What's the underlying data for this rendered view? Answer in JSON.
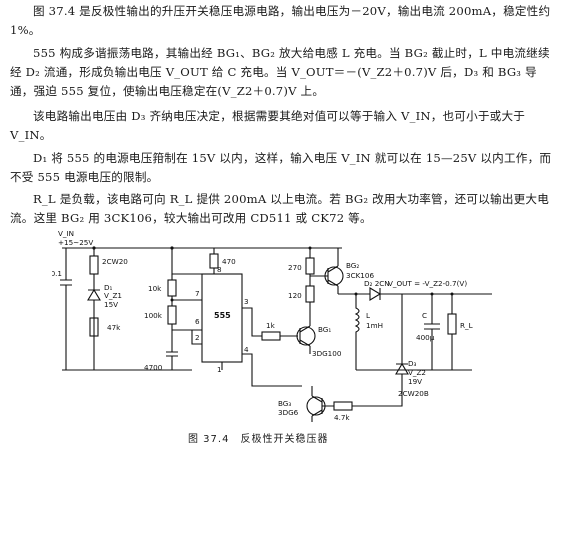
{
  "paragraphs": {
    "p1": "图 37.4 是反极性输出的升压开关稳压电源电路，输出电压为－20V，输出电流 200mA，稳定性约 1%。",
    "p2": "555 构成多谐振荡电路，其输出经 BG₁、BG₂ 放大给电感 L 充电。当 BG₂ 截止时，L 中电流继续经 D₂ 流通，形成负输出电压 V_OUT 给 C 充电。当 V_OUT＝－(V_Z2＋0.7)V 后，D₃ 和 BG₃ 导通，强迫 555 复位，使输出电压稳定在(V_Z2＋0.7)V 上。",
    "p3": "该电路输出电压由 D₃ 齐纳电压决定，根据需要其绝对值可以等于输入 V_IN，也可小于或大于 V_IN。",
    "p4": "D₁ 将 555 的电源电压箝制在 15V 以内，这样，输入电压 V_IN 就可以在 15—25V 以内工作，而不受 555 电源电压的限制。",
    "p5": "R_L 是负载，该电路可向 R_L 提供 200mA 以上电流。若 BG₂ 改用大功率管，还可以输出更大电流。这里 BG₂ 用 3CK106，较大输出可改用 CD511 或 CK72 等。"
  },
  "circuit": {
    "vin_label": "V_IN",
    "vin_range": "+15~25V",
    "d1_part": "2CW20",
    "c_in": "0.1",
    "d1_name": "D₁",
    "d1_name2": "V_Z1",
    "d1_volt": "15V",
    "r_47k": "47k",
    "r_10k": "10k",
    "r_100k": "100k",
    "c_4700": "4700",
    "r_470": "470",
    "ic_name": "555",
    "pin8": "8",
    "pin7": "7",
    "pin6": "6",
    "pin2": "2",
    "pin3": "3",
    "pin4": "4",
    "pin1": "1",
    "r_1k": "1k",
    "r_270": "270",
    "r_120": "120",
    "bg2_name": "BG₂",
    "bg2_part": "3CK106",
    "bg1_name": "BG₁",
    "bg1_part": "3DG100",
    "d2_label": "D₂ 2CN",
    "vout_label": "V_OUT = -V_Z2-0.7(V)",
    "l_label": "L",
    "l_value": "1mH",
    "c_label": "C",
    "c_value": "400μ",
    "rl_label": "R_L",
    "d3_name": "D₃",
    "d3_name2": "V_Z2",
    "d3_volt": "19V",
    "d3_part": "2CW20B",
    "bg3_name": "BG₃",
    "bg3_part": "3DG6",
    "r_47k_2": "4.7k"
  },
  "caption": "图 37.4　反极性开关稳压器"
}
